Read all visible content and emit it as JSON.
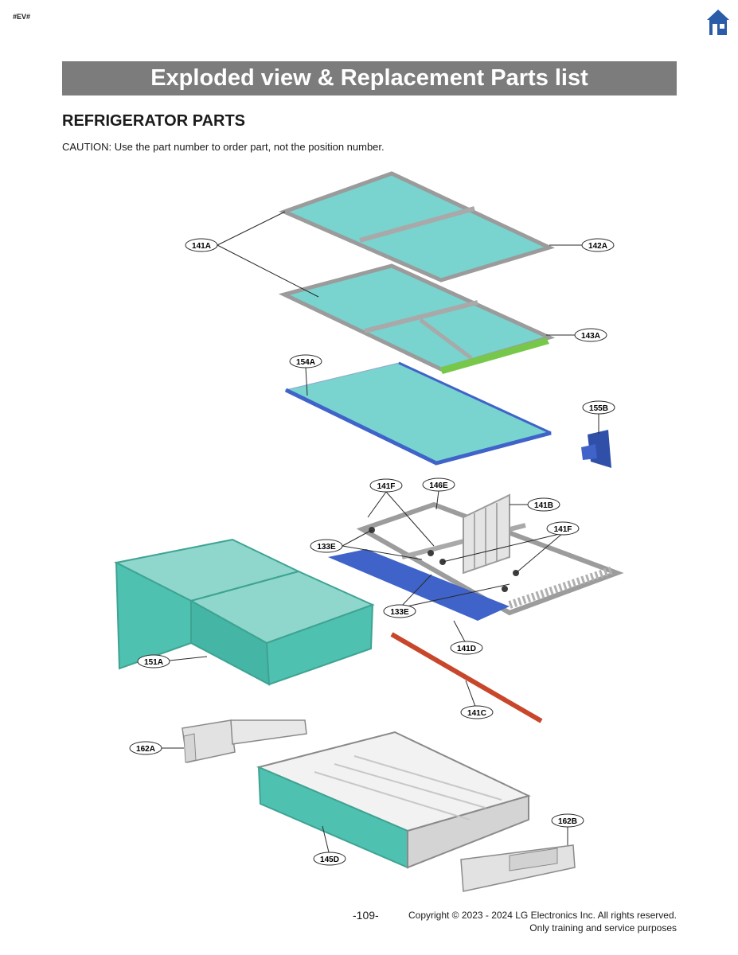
{
  "header": {
    "tag": "#EV#",
    "home_icon": "home-icon",
    "title": "Exploded view & Replacement Parts list"
  },
  "section": {
    "heading": "REFRIGERATOR PARTS",
    "caution": "CAUTION: Use the part number to order part, not the position number."
  },
  "diagram": {
    "callouts": {
      "p141A": "141A",
      "p142A": "142A",
      "p143A": "143A",
      "p154A": "154A",
      "p155B": "155B",
      "p141F_top": "141F",
      "p146E": "146E",
      "p141B": "141B",
      "p141F_right": "141F",
      "p133E_left": "133E",
      "p133E_bottom": "133E",
      "p141D": "141D",
      "p151A": "151A",
      "p141C": "141C",
      "p162A": "162A",
      "p162B": "162B",
      "p145D": "145D"
    },
    "colors": {
      "glass": "#79d3cf",
      "frame": "#a9a9a9",
      "bin": "#4fc1b1",
      "blue_cover": "#3f63c9",
      "gasket": "#c8472b",
      "led": "#77c84a",
      "drawer": "#dcdcdc"
    }
  },
  "footer": {
    "page": "-109-",
    "copyright": "Copyright © 2023 - 2024 LG Electronics Inc. All rights reserved.",
    "note": "Only training and service purposes"
  }
}
